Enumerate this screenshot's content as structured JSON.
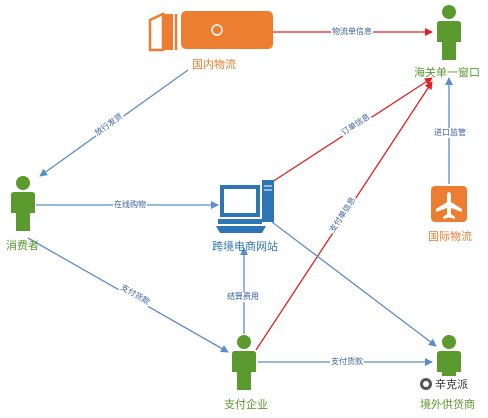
{
  "nodes": {
    "domestic_logistics": "国内物流",
    "customs": "海关单一窗口",
    "consumer": "消费者",
    "website": "跨境电商网站",
    "intl_logistics": "国际物流",
    "payment": "支付企业",
    "supplier": "境外供货商"
  },
  "edges": {
    "logistics_doc": "物流单信息",
    "delivery": "放行发货",
    "online_shopping": "在线购物",
    "order_info": "订单信息",
    "pay_goods": "支付货款",
    "settle_fee": "结算费用",
    "payment_info": "支付单信息",
    "import_supervision": "进口监管",
    "pay_goods_2": "支付货款"
  },
  "watermark": "辛克派",
  "colors": {
    "person": "#5b9a2e",
    "orange": "#ed7d31",
    "blue_line": "#5b8ecb",
    "red_line": "#e02020",
    "computer": "#2e75b6"
  }
}
